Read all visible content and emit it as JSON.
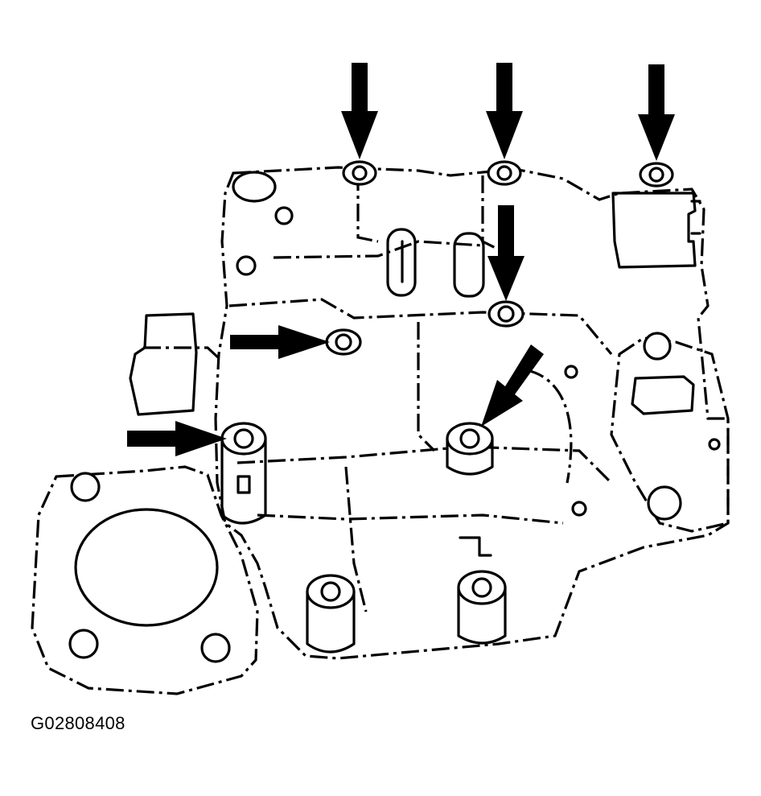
{
  "figure": {
    "code": "G02808408",
    "subject": "valve-body-assembly",
    "arrow_count": 7,
    "colors": {
      "line": "#000000",
      "background": "#ffffff"
    }
  }
}
